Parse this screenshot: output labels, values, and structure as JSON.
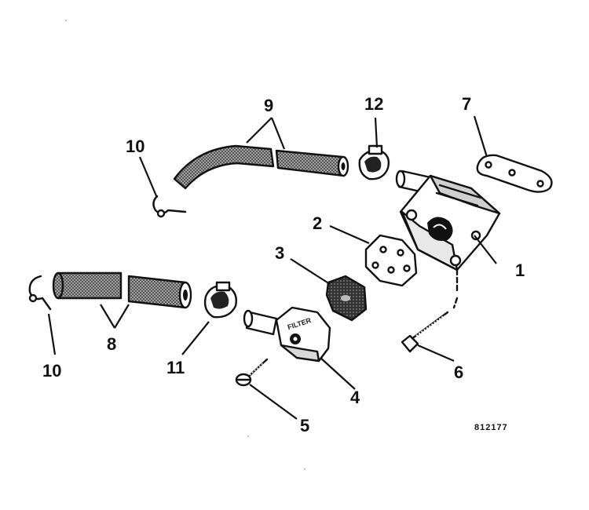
{
  "figure_code": "812177",
  "callouts": {
    "c1": "1",
    "c2": "2",
    "c3": "3",
    "c4": "4",
    "c5": "5",
    "c6": "6",
    "c7": "7",
    "c8": "8",
    "c9": "9",
    "c10_upper": "10",
    "c10_lower": "10",
    "c11": "11",
    "c12": "12"
  },
  "cover_stamp": "FILTER",
  "colors": {
    "ink": "#111111",
    "paper": "#ffffff",
    "hose": "#3a3a3a"
  }
}
